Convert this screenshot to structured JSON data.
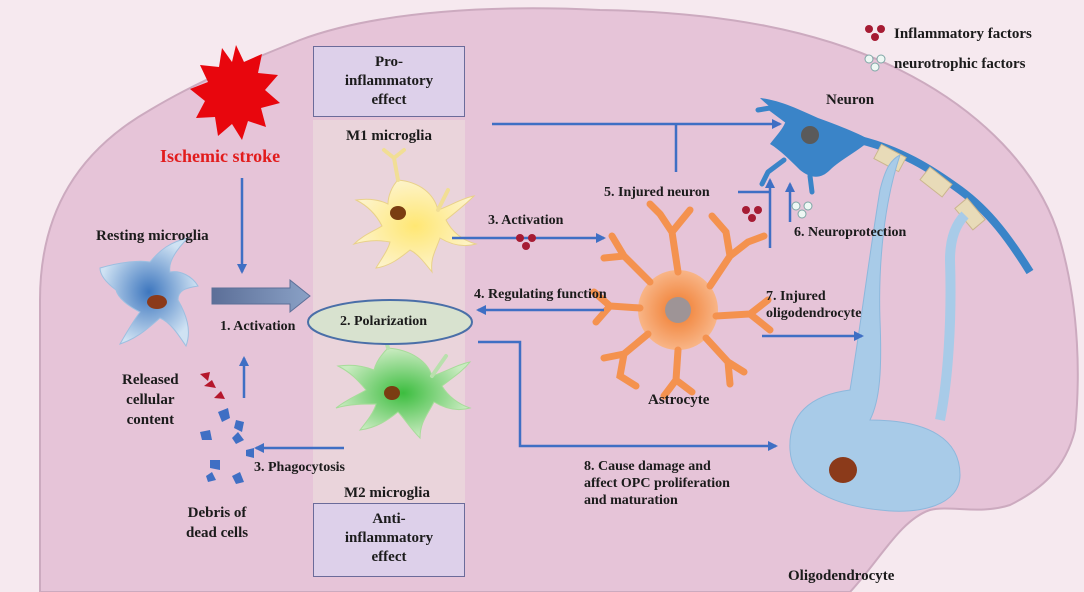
{
  "legend": {
    "inflammatory": "Inflammatory factors",
    "neurotrophic": "neurotrophic factors"
  },
  "boxes": {
    "pro_line1": "Pro-",
    "pro_line2": "inflammatory",
    "pro_line3": "effect",
    "anti_line1": "Anti-",
    "anti_line2": "inflammatory",
    "anti_line3": "effect"
  },
  "labels": {
    "ischemic_stroke": "Ischemic stroke",
    "resting_microglia": "Resting microglia",
    "m1_microglia": "M1 microglia",
    "m2_microglia": "M2 microglia",
    "polarization": "2. Polarization",
    "activation1": "1. Activation",
    "released_line1": "Released",
    "released_line2": "cellular",
    "released_line3": "content",
    "debris_line1": "Debris of",
    "debris_line2": "dead cells",
    "phagocytosis": "3. Phagocytosis",
    "activation3": "3. Activation",
    "regulating": "4. Regulating function",
    "injured_neuron": "5. Injured neuron",
    "neuroprotection": "6. Neuroprotection",
    "injured_oligo_line1": "7. Injured",
    "injured_oligo_line2": "oligodendrocyte",
    "damage_line1": "8. Cause damage and",
    "damage_line2": "affect OPC proliferation",
    "damage_line3": "and maturation",
    "astrocyte": "Astrocyte",
    "neuron": "Neuron",
    "oligodendrocyte": "Oligodendrocyte"
  },
  "colors": {
    "brain": "#e6c4d8",
    "arrow": "#3f6fc4",
    "stroke": "#e8060d",
    "stroke_text": "#e21c1c",
    "m1_cell": "#f6df8c",
    "m2_cell": "#7fcf6e",
    "astrocyte": "#f4924f",
    "neuron": "#3a84c8",
    "oligodendrocyte": "#a8cbe8",
    "inflammatory_factor": "#a61b33"
  }
}
